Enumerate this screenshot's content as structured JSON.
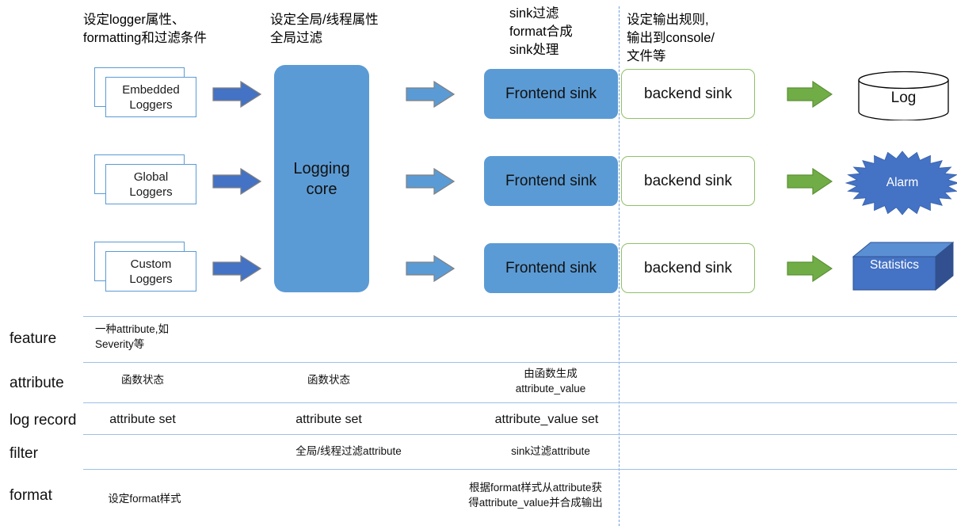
{
  "diagram": {
    "title": "Logging library architecture diagram",
    "colors": {
      "core_blue": "#5b9bd5",
      "arrow_dark_blue": "#4472c4",
      "arrow_light_blue": "#5b9bd5",
      "arrow_green": "#70ad47",
      "backend_border_green": "#8ec167",
      "divider_dashed_blue": "#6f9ede",
      "table_line_blue": "#9dbfe8",
      "output_blue": "#4472c4"
    }
  },
  "captions": [
    {
      "id": "loggers",
      "text": "设定logger属性、\nformatting和过滤条件"
    },
    {
      "id": "core",
      "text": "设定全局/线程属性\n全局过滤"
    },
    {
      "id": "frontend",
      "text": "sink过滤\nformat合成\nsink处理"
    },
    {
      "id": "backend",
      "text": "设定输出规则,\n输出到console/\n文件等"
    }
  ],
  "loggers": [
    {
      "line1": "Embedded",
      "line2": "Loggers"
    },
    {
      "line1": "Global",
      "line2": "Loggers"
    },
    {
      "line1": "Custom",
      "line2": "Loggers"
    }
  ],
  "core": {
    "line1": "Logging",
    "line2": "core"
  },
  "sinks": {
    "frontend_label": "Frontend sink",
    "backend_label": "backend sink",
    "rows": 3
  },
  "outputs": [
    {
      "id": "log",
      "label": "Log",
      "shape": "cylinder"
    },
    {
      "id": "alarm",
      "label": "Alarm",
      "shape": "explosion-star"
    },
    {
      "id": "statistics",
      "label": "Statistics",
      "shape": "cube-3d"
    }
  ],
  "matrix": {
    "rows": [
      {
        "name": "feature",
        "cells": [
          {
            "col": 1,
            "text": "一种attribute,如\nSeverity等",
            "align": "left"
          },
          {
            "col": 2,
            "text": "",
            "align": "center"
          },
          {
            "col": 3,
            "text": "",
            "align": "center"
          }
        ]
      },
      {
        "name": "attribute",
        "cells": [
          {
            "col": 1,
            "text": "函数状态",
            "align": "center"
          },
          {
            "col": 2,
            "text": "函数状态",
            "align": "center"
          },
          {
            "col": 3,
            "text": "由函数生成\nattribute_value",
            "align": "center"
          }
        ]
      },
      {
        "name": "log record",
        "cells": [
          {
            "col": 1,
            "text": "attribute set",
            "align": "center"
          },
          {
            "col": 2,
            "text": "attribute set",
            "align": "center"
          },
          {
            "col": 3,
            "text": "attribute_value set",
            "align": "center"
          }
        ]
      },
      {
        "name": "filter",
        "cells": [
          {
            "col": 1,
            "text": "",
            "align": "center"
          },
          {
            "col": 2,
            "text": "全局/线程过滤attribute",
            "align": "center"
          },
          {
            "col": 3,
            "text": "sink过滤attribute",
            "align": "center"
          }
        ]
      },
      {
        "name": "format",
        "cells": [
          {
            "col": 1,
            "text": "设定format样式",
            "align": "center"
          },
          {
            "col": 2,
            "text": "",
            "align": "center"
          },
          {
            "col": 3,
            "text": "根据format样式从attribute获\n得attribute_value并合成输出",
            "align": "center"
          }
        ]
      }
    ]
  }
}
